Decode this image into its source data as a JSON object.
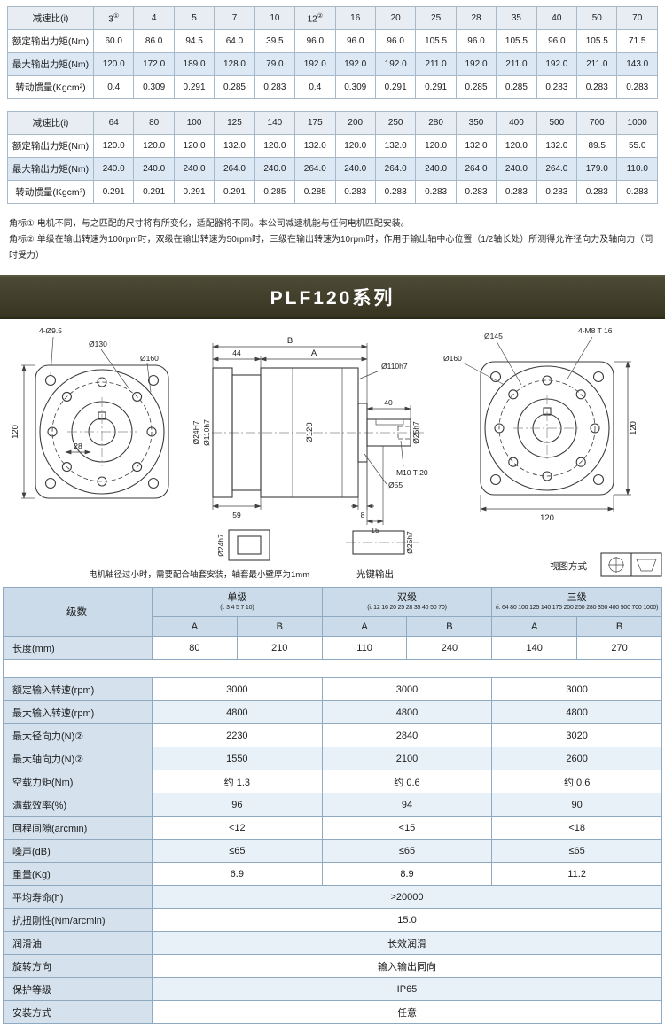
{
  "banner": {
    "title": "PLF120系列"
  },
  "ratio_tables": [
    {
      "col0_label": "减速比(i)",
      "row_labels": [
        "额定输出力矩(Nm)",
        "最大输出力矩(Nm)",
        "转动惯量(Kgcm²)"
      ],
      "ratios": [
        {
          "v": "3",
          "sup": "①"
        },
        "4",
        "5",
        "7",
        "10",
        {
          "v": "12",
          "sup": "②"
        },
        "16",
        "20",
        "25",
        "28",
        "35",
        "40",
        "50",
        "70"
      ],
      "rows": [
        [
          "60.0",
          "86.0",
          "94.5",
          "64.0",
          "39.5",
          "96.0",
          "96.0",
          "96.0",
          "105.5",
          "96.0",
          "105.5",
          "96.0",
          "105.5",
          "71.5"
        ],
        [
          "120.0",
          "172.0",
          "189.0",
          "128.0",
          "79.0",
          "192.0",
          "192.0",
          "192.0",
          "211.0",
          "192.0",
          "211.0",
          "192.0",
          "211.0",
          "143.0"
        ],
        [
          "0.4",
          "0.309",
          "0.291",
          "0.285",
          "0.283",
          "0.4",
          "0.309",
          "0.291",
          "0.291",
          "0.285",
          "0.285",
          "0.283",
          "0.283",
          "0.283"
        ]
      ]
    },
    {
      "col0_label": "减速比(i)",
      "row_labels": [
        "额定输出力矩(Nm)",
        "最大输出力矩(Nm)",
        "转动惯量(Kgcm²)"
      ],
      "ratios": [
        "64",
        "80",
        "100",
        "125",
        "140",
        "175",
        "200",
        "250",
        "280",
        "350",
        "400",
        "500",
        "700",
        "1000"
      ],
      "rows": [
        [
          "120.0",
          "120.0",
          "120.0",
          "132.0",
          "120.0",
          "132.0",
          "120.0",
          "132.0",
          "120.0",
          "132.0",
          "120.0",
          "132.0",
          "89.5",
          "55.0"
        ],
        [
          "240.0",
          "240.0",
          "240.0",
          "264.0",
          "240.0",
          "264.0",
          "240.0",
          "264.0",
          "240.0",
          "264.0",
          "240.0",
          "264.0",
          "179.0",
          "110.0"
        ],
        [
          "0.291",
          "0.291",
          "0.291",
          "0.291",
          "0.285",
          "0.285",
          "0.283",
          "0.283",
          "0.283",
          "0.283",
          "0.283",
          "0.283",
          "0.283",
          "0.283"
        ]
      ]
    }
  ],
  "footnotes": [
    "角标①  电机不同，与之匹配的尺寸将有所变化，适配器将不同。本公司减速机能与任何电机匹配安装。",
    "角标②  单级在输出转速为100rpm时，双级在输出转速为50rpm时，三级在输出转速为10rpm时，作用于输出轴中心位置（1/2轴长处）所测得允许径向力及轴向力（同时受力）"
  ],
  "drawing": {
    "note_bushing": "电机轴径过小时，需要配合轴套安装，轴套最小壁厚为1mm",
    "note_shaft": "光键输出",
    "view_mode_label": "视图方式",
    "labels": {
      "front_corner_holes": "4-Ø9.5",
      "front_bolt_circle": "Ø130",
      "front_outer": "Ø160",
      "front_size": "120",
      "front_depth": "28",
      "dim_overall": "B",
      "dim_input_len": "44",
      "dim_body_len": "A",
      "dim_shaft_len": "40",
      "input_bore": "Ø24H7",
      "input_pilot": "Ø110h7",
      "body_diameter": "Ø120",
      "output_pilot": "Ø110h7",
      "output_boss": "Ø55",
      "output_shaft": "Ø25h7",
      "shaft_tap": "M10 T 20",
      "dim_boss": "8",
      "dim_left_bottom": "59",
      "dim_shaft_step": "15",
      "bushing_bore": "Ø24h7",
      "rear_tapped_holes": "4-M8 T 16",
      "rear_bolt_circle": "Ø145",
      "rear_outer": "Ø160",
      "rear_width": "120",
      "rear_height": "120"
    }
  },
  "spec_table": {
    "corner_label": "级数",
    "groups": [
      {
        "name": "单级",
        "ratios": "(i: 3 4 5 7 10)"
      },
      {
        "name": "双级",
        "ratios": "(i: 12 16 20 25 28 35 40 50 70)"
      },
      {
        "name": "三级",
        "ratios": "(i: 64 80 100 125 140 175 200 250 280 350 400 500 700 1000)"
      }
    ],
    "sub_headers": [
      "A",
      "B",
      "A",
      "B",
      "A",
      "B"
    ],
    "rows": [
      {
        "type": "cols6",
        "label": "长度(mm)",
        "values": [
          "80",
          "210",
          "110",
          "240",
          "140",
          "270"
        ]
      },
      {
        "type": "spacer"
      },
      {
        "type": "cols3",
        "label": "额定输入转速(rpm)",
        "values": [
          "3000",
          "3000",
          "3000"
        ]
      },
      {
        "type": "cols3",
        "label": "最大输入转速(rpm)",
        "values": [
          "4800",
          "4800",
          "4800"
        ]
      },
      {
        "type": "cols3",
        "label": "最大径向力(N)②",
        "values": [
          "2230",
          "2840",
          "3020"
        ]
      },
      {
        "type": "cols3",
        "label": "最大轴向力(N)②",
        "values": [
          "1550",
          "2100",
          "2600"
        ]
      },
      {
        "type": "cols3",
        "label": "空载力矩(Nm)",
        "values": [
          "约 1.3",
          "约 0.6",
          "约 0.6"
        ]
      },
      {
        "type": "cols3",
        "label": "满载效率(%)",
        "values": [
          "96",
          "94",
          "90"
        ]
      },
      {
        "type": "cols3",
        "label": "回程间隙(arcmin)",
        "values": [
          "<12",
          "<15",
          "<18"
        ]
      },
      {
        "type": "cols3",
        "label": "噪声(dB)",
        "values": [
          "≤65",
          "≤65",
          "≤65"
        ]
      },
      {
        "type": "cols3",
        "label": "重量(Kg)",
        "values": [
          "6.9",
          "8.9",
          "11.2"
        ]
      },
      {
        "type": "span",
        "label": "平均寿命(h)",
        "values": [
          ">20000"
        ]
      },
      {
        "type": "span",
        "label": "抗扭刚性(Nm/arcmin)",
        "values": [
          "15.0"
        ]
      },
      {
        "type": "span",
        "label": "润滑油",
        "values": [
          "长效润滑"
        ]
      },
      {
        "type": "span",
        "label": "旋转方向",
        "values": [
          "输入输出同向"
        ]
      },
      {
        "type": "span",
        "label": "保护等级",
        "values": [
          "IP65"
        ]
      },
      {
        "type": "span",
        "label": "安装方式",
        "values": [
          "任意"
        ]
      }
    ]
  }
}
